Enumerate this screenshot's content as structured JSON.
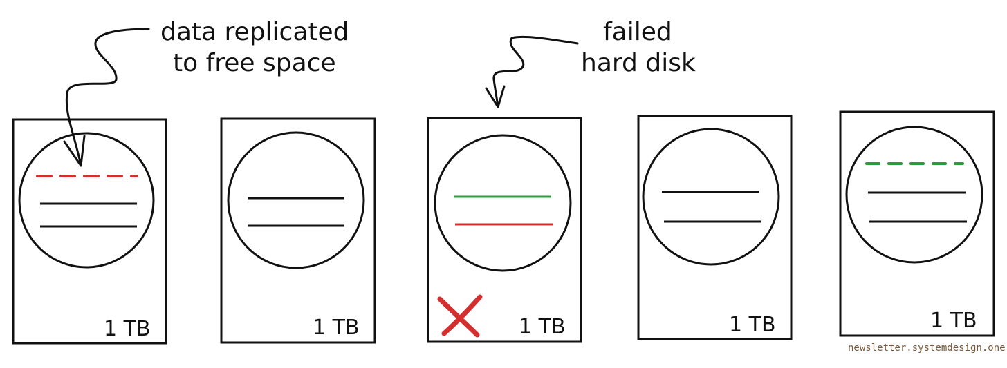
{
  "annotations": {
    "replicated_line1": "data replicated",
    "replicated_line2": "to free space",
    "failed_line1": "failed",
    "failed_line2": "hard disk"
  },
  "disks": [
    {
      "label": "1 TB",
      "status": "healthy",
      "icons": [
        "platter-icon"
      ]
    },
    {
      "label": "1 TB",
      "status": "healthy",
      "icons": [
        "platter-icon"
      ]
    },
    {
      "label": "1 TB",
      "status": "failed",
      "icons": [
        "platter-icon",
        "failed-x-icon"
      ]
    },
    {
      "label": "1 TB",
      "status": "healthy",
      "icons": [
        "platter-icon"
      ]
    },
    {
      "label": "1 TB",
      "status": "healthy",
      "icons": [
        "platter-icon"
      ]
    }
  ],
  "watermark": "newsletter.systemdesign.one",
  "colors": {
    "stroke": "#111111",
    "red": "#d32f2f",
    "green": "#2e9a3e",
    "watermark": "#7a5a3a"
  }
}
